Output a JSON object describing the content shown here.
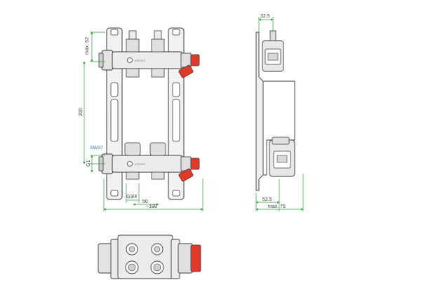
{
  "colors": {
    "dimension_line": "#2e9e3a",
    "part_outline": "#3a3a3a",
    "part_fill": "#ececec",
    "metal_fill": "#d9d9d9",
    "valve_red": "#e23a2a",
    "label_blue": "#3b7fc8"
  },
  "brand": {
    "logo_text_top": "emmeti",
    "logo_text_bottom": "emmeti"
  },
  "dimensions": {
    "max_52": "max. 52",
    "height_200": "200",
    "sw37": "SW37",
    "g1": "G1",
    "g34": "G3/4",
    "spacing_50": "50",
    "width_188": "~188",
    "side_top_325": "32.5",
    "side_bottom_525": "52.5",
    "side_max_75": "max. 75"
  }
}
